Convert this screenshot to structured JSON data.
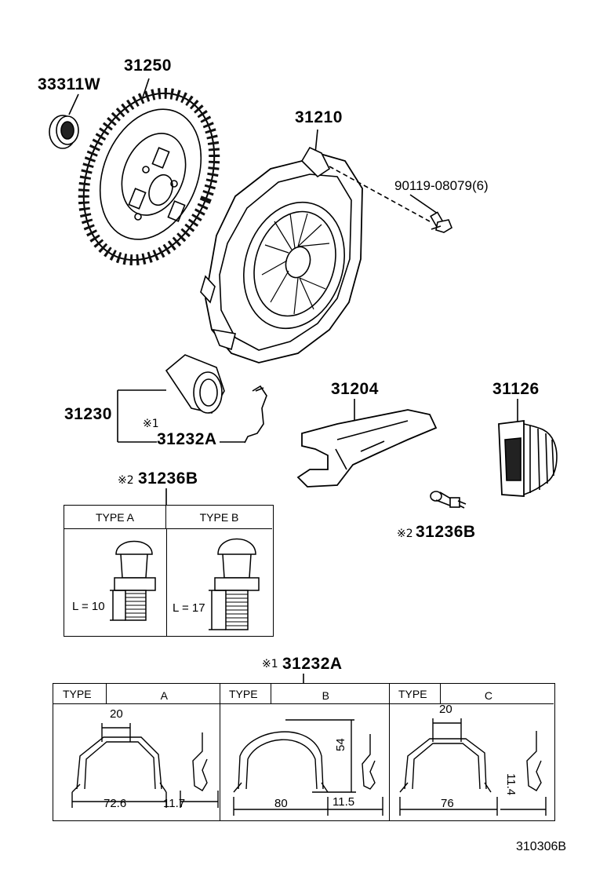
{
  "parts": {
    "bearing_pilot": "33311W",
    "clutch_disc": "31250",
    "clutch_cover": "31210",
    "bolt": "90119-08079(6)",
    "release_bearing": "31230",
    "clip_label": "31232A",
    "clip_mark": "※1",
    "fork": "31204",
    "boot": "31126",
    "pivot_label": "31236B",
    "pivot_mark": "※2"
  },
  "pivot_table": {
    "title_mark": "※2",
    "title": "31236B",
    "type_a": "TYPE A",
    "type_b": "TYPE B",
    "len_a": "L = 10",
    "len_b": "L = 17"
  },
  "clip_table": {
    "title_mark": "※1",
    "title": "31232A",
    "type_header": "TYPE",
    "types": [
      "A",
      "B",
      "C"
    ],
    "a_top": "20",
    "a_width": "72.6",
    "a_side": "11.7",
    "b_height": "54",
    "b_width": "80",
    "b_side": "11.5",
    "c_top": "20",
    "c_width": "76",
    "c_side": "11.4"
  },
  "figure_code": "310306B"
}
